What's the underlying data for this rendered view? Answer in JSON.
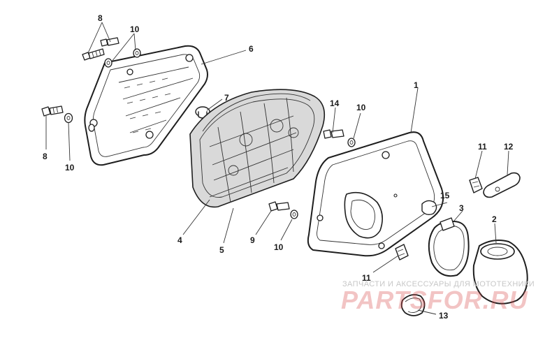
{
  "callouts": {
    "c1": "1",
    "c2": "2",
    "c3": "3",
    "c4": "4",
    "c5": "5",
    "c6": "6",
    "c7": "7",
    "c8a": "8",
    "c8b": "8",
    "c9": "9",
    "c10a": "10",
    "c10b": "10",
    "c10c": "10",
    "c10d": "10",
    "c11a": "11",
    "c11b": "11",
    "c12": "12",
    "c13": "13",
    "c14": "14",
    "c15": "15"
  },
  "watermark": {
    "tagline": "ЗАПЧАСТИ И АКСЕССУАРЫ ДЛЯ МОТОТЕХНИКИ",
    "brand": "PARTSFOR.RU"
  },
  "colors": {
    "line": "#1e1e1e",
    "foam": "#d9d9d9",
    "watermark_text": "#c7c7c7",
    "watermark_brand": "#d64646"
  }
}
